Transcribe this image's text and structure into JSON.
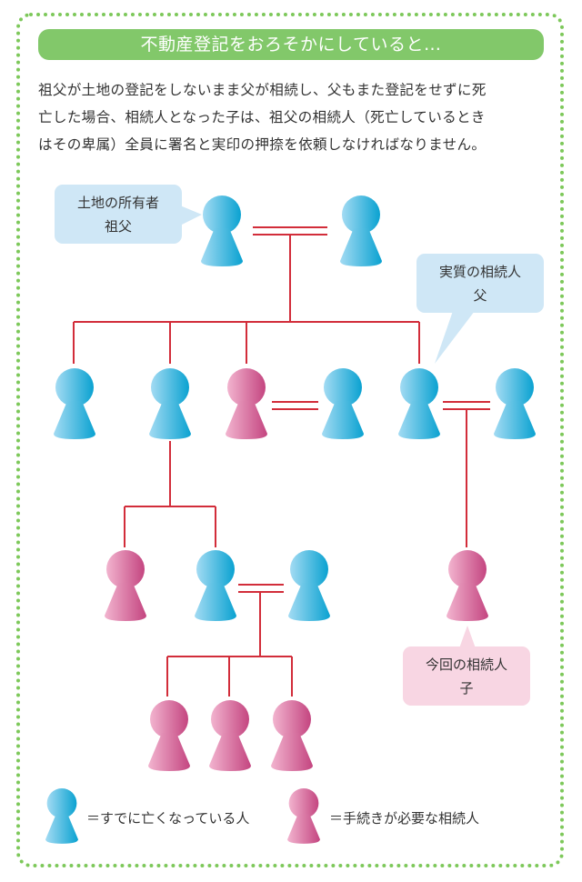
{
  "title": "不動産登記をおろそかにしていると…",
  "intro": {
    "lines": [
      "祖父が土地の登記をしないまま父が相続し、父もまた登記をせずに死",
      "亡した場合、相続人となった子は、祖父の相続人（死亡しているとき",
      "はその卑属）全員に署名と実印の押捺を依頼しなければなりません。"
    ]
  },
  "colors": {
    "border": "#7dc85a",
    "title_bg": "#82c86a",
    "line": "#d22d3a",
    "deceased_light": "#9fd8f2",
    "deceased_dark": "#0ba3d2",
    "heir_light": "#f0afcb",
    "heir_dark": "#c64883",
    "bubble_blue": "#cfe7f6",
    "bubble_pink": "#f8d6e3"
  },
  "callouts": {
    "landowner": {
      "line1": "土地の所有者",
      "line2": "祖父"
    },
    "real_heir": {
      "line1": "実質の相続人",
      "line2": "父"
    },
    "current_heir": {
      "line1": "今回の相続人",
      "line2": "子"
    }
  },
  "people": {
    "generation1": [
      {
        "role": "grandfather",
        "status": "deceased"
      },
      {
        "role": "grandmother",
        "status": "deceased"
      }
    ],
    "generation2": [
      {
        "role": "child-1",
        "status": "deceased"
      },
      {
        "role": "child-2",
        "status": "deceased"
      },
      {
        "role": "child-3",
        "status": "heir"
      },
      {
        "role": "child-3-spouse",
        "status": "deceased"
      },
      {
        "role": "father",
        "status": "deceased"
      },
      {
        "role": "mother",
        "status": "deceased"
      }
    ],
    "generation3": [
      {
        "role": "grandchild-1",
        "status": "heir"
      },
      {
        "role": "grandchild-2",
        "status": "deceased"
      },
      {
        "role": "grandchild-2-spouse",
        "status": "deceased"
      },
      {
        "role": "current-heir-child",
        "status": "heir"
      }
    ],
    "generation4": [
      {
        "role": "great-grandchild-1",
        "status": "heir"
      },
      {
        "role": "great-grandchild-2",
        "status": "heir"
      },
      {
        "role": "great-grandchild-3",
        "status": "heir"
      }
    ]
  },
  "legend": {
    "deceased": "＝すでに亡くなっている人",
    "heir": "＝手続きが必要な相続人"
  }
}
